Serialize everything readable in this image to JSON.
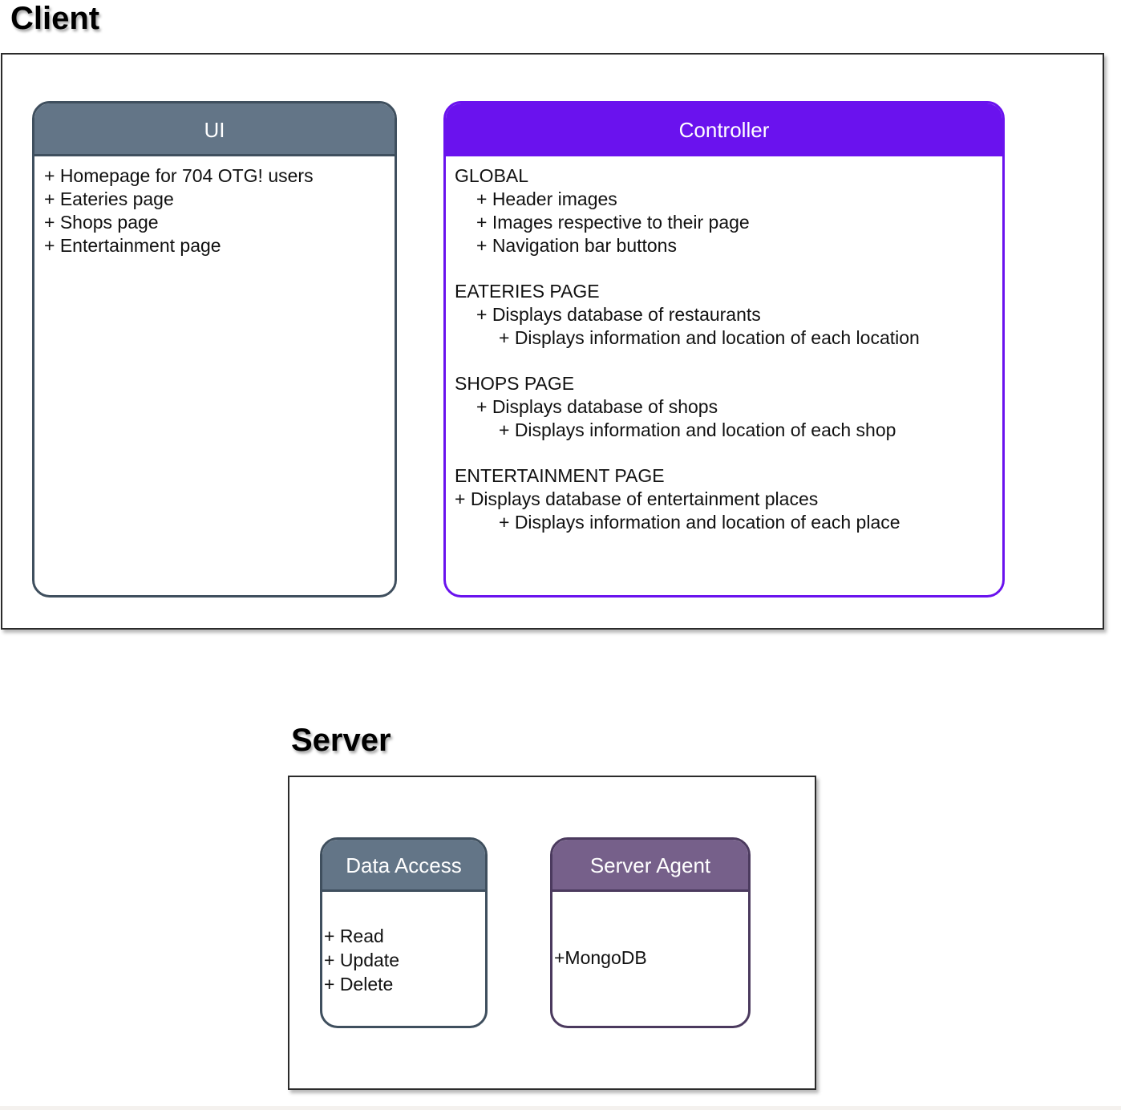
{
  "client": {
    "title": "Client",
    "ui": {
      "header": "UI",
      "items": [
        "+ Homepage for 704 OTG! users",
        "+ Eateries page",
        "+ Shops page",
        "+ Entertainment page"
      ]
    },
    "controller": {
      "header": "Controller",
      "global": {
        "heading": "GLOBAL",
        "items": [
          "+ Header images",
          "+ Images respective to their page",
          "+ Navigation bar buttons"
        ]
      },
      "eateries": {
        "heading": "EATERIES PAGE",
        "item": "+ Displays database of restaurants",
        "subitem": "+ Displays information and location of each location"
      },
      "shops": {
        "heading": "SHOPS PAGE",
        "item": "+ Displays database of shops",
        "subitem": "+ Displays information and location of each shop"
      },
      "entertainment": {
        "heading": "ENTERTAINMENT PAGE",
        "item": "+ Displays database of entertainment places",
        "subitem": "+ Displays information and location of each place"
      }
    }
  },
  "server": {
    "title": "Server",
    "data_access": {
      "header": "Data Access",
      "items": [
        "+ Read",
        "+ Update",
        "+ Delete"
      ]
    },
    "server_agent": {
      "header": "Server Agent",
      "items": [
        "+MongoDB"
      ]
    }
  },
  "colors": {
    "ui_header": "#637587",
    "ui_border": "#3f4f5e",
    "controller_header": "#6a12ee",
    "server_agent_header": "#76608a",
    "server_agent_border": "#4b3a5e"
  }
}
